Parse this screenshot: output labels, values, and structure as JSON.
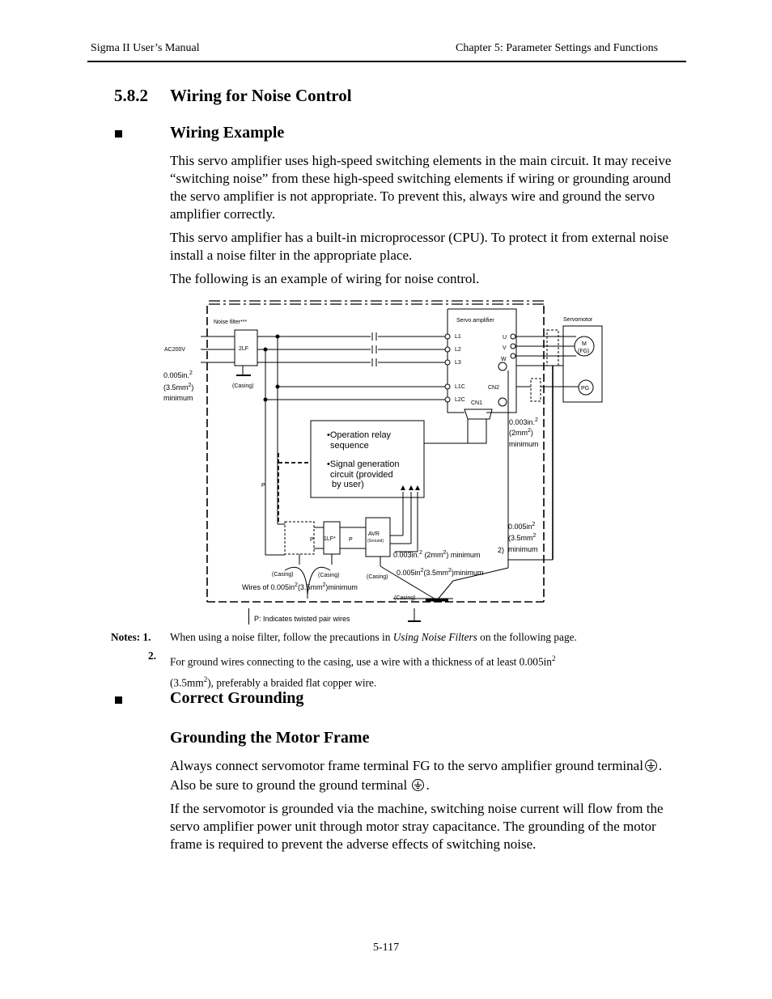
{
  "header": {
    "left": "Sigma II User’s Manual",
    "right": "Chapter 5: Parameter Settings and Functions"
  },
  "section": {
    "number": "5.8.2",
    "title": "Wiring for Noise Control"
  },
  "wiring_example": {
    "heading": "Wiring Example",
    "para1": "This servo amplifier uses high-speed switching elements in the main circuit.  It may receive “switching noise” from these high-speed switching elements if wiring or grounding around the servo amplifier is not appropriate.  To prevent this, always wire and ground the servo amplifier correctly.",
    "para2": "This servo amplifier has a built-in microprocessor (CPU).  To protect it from external noise install a noise filter in the appropriate place.",
    "para3": "The following is an example of wiring for noise control."
  },
  "diagram": {
    "noise_filter": "Noise filter***",
    "servo_amplifier": "Servo amplifier",
    "servomotor": "Servomotor",
    "ac200v": "AC200V",
    "filter_2lf": "2LF",
    "filter_1lf": "1LF*",
    "avr": "AVR",
    "avr_ground": "(Ground)",
    "terminals_left": [
      "L1",
      "L2",
      "L3",
      "L1C",
      "L2C"
    ],
    "terminals_right": [
      "U",
      "V",
      "W"
    ],
    "cn2": "CN2",
    "cn1": "CN1",
    "motor_m": "M",
    "motor_fg": "(FG)",
    "pg": "PG",
    "casing": "(Casing)",
    "wire_left_a": "0.005in.",
    "wire_left_b": "(3.5mm",
    "wire_left_c": ")",
    "wire_left_d": "minimum",
    "relay_1": "•Operation relay",
    "relay_2": "sequence",
    "signal_1": "•Signal generation",
    "signal_2": "circuit (provided",
    "signal_3": "by user)",
    "p": "P",
    "wire_r1_a": "0.003in.",
    "wire_r1_b": "(2mm",
    "wire_r1_c": ")",
    "wire_r1_d": "minimum",
    "wire_r2_a": "0.005in",
    "wire_r2_b": "(3.5mm",
    "wire_r2_c": "minimum",
    "wire_r2_d": "2)",
    "wire_bottom1_a": "0.003in.",
    "wire_bottom1_b": " (2mm",
    "wire_bottom1_c": ") minimum",
    "wire_bottom2_a": "0.005in",
    "wire_bottom2_b": "(3.5mm",
    "wire_bottom2_c": ")minimum",
    "wires_of_a": "Wires of 0.005in",
    "wires_of_b": "(3.5mm",
    "wires_of_c": ")minimum",
    "sup2": "2",
    "twisted_legend": "P:  Indicates twisted pair wires"
  },
  "notes": {
    "label": "Notes:",
    "n1_num": "1.",
    "n1_a": "When using a noise filter, follow the precautions in ",
    "n1_em": "Using Noise Filters",
    "n1_b": " on the following page.",
    "n2_num": "2.",
    "n2_a": "For ground wires connecting to the casing, use a wire with a thickness of at least 0.005in",
    "n2_sup": "2",
    "n2_b": "(3.5mm",
    "n2_c": "), preferably a braided flat copper wire."
  },
  "correct_grounding": {
    "heading": "Correct Grounding",
    "subheading": "Grounding the Motor Frame",
    "p1_a": "Always connect servomotor frame terminal FG to the servo amplifier ground terminal",
    "p1_b": ". Also be sure to ground the ground terminal",
    "p1_c": ".",
    "p2": "If the servomotor is grounded via the machine, switching noise current will flow from the servo amplifier power unit through motor stray capacitance.  The grounding of the motor frame is required to prevent the adverse effects of switching noise."
  },
  "footer": {
    "page": "5-117"
  }
}
